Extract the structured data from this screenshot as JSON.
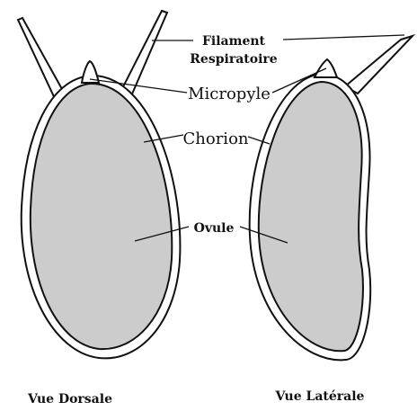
{
  "labels": {
    "filament_line1": "Filament",
    "filament_line2": "Respiratoire",
    "micropyle": "Micropyle",
    "chorion": "Chorion",
    "ovule": "Ovule",
    "view_dorsal": "Vue Dorsale",
    "view_lateral": "Vue Latérale"
  },
  "colors": {
    "ovule_fill": "#cccccc",
    "chorion_fill": "#ffffff",
    "outline": "#111111",
    "filament_fill": "#ffffff"
  }
}
